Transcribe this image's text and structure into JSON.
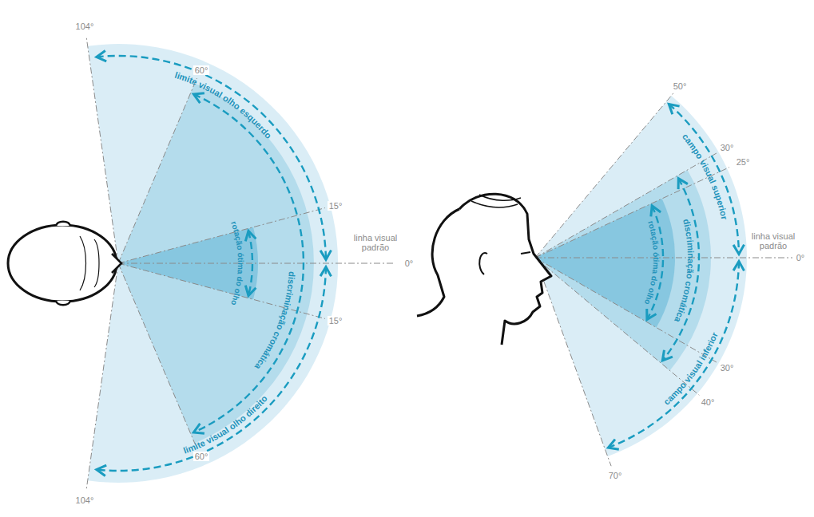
{
  "diagram": {
    "labels": [
      "104°",
      "60°",
      "15°",
      "linha visual padrão",
      "0°",
      "15°",
      "60°",
      "104°",
      "limite visual olho esquerdo",
      "discriminação cromática",
      "rotação ótima do olho",
      "limite visual olho direito",
      "50°",
      "30°",
      "25°",
      "linha visual padrão",
      "0°",
      "30°",
      "40°",
      "70°",
      "campo visual superior",
      "discriminação cromática",
      "rotação ótima do olho",
      "campo visual inferior"
    ]
  }
}
